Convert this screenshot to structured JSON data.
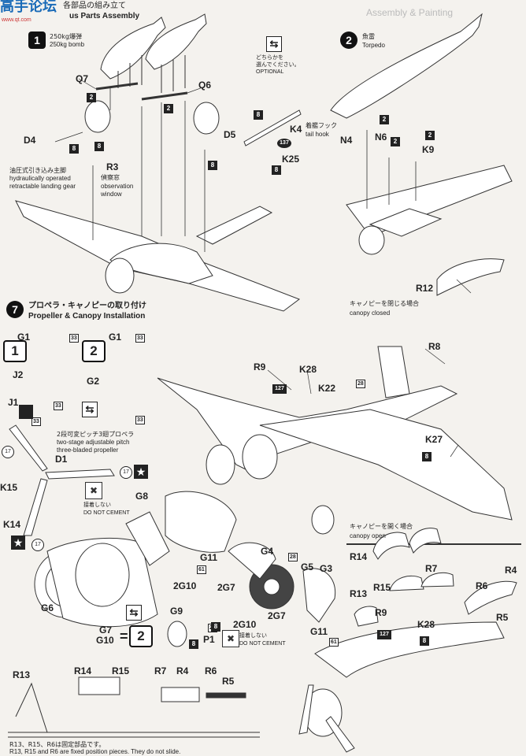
{
  "header": {
    "logo_text": "高手论坛",
    "logo_sub": "www.qt.com",
    "section_title_jp": "各部品の組み立て",
    "section_title_en": "us Parts Assembly",
    "top_right_ghost": "Assembly & Painting"
  },
  "option1": {
    "number": "1",
    "jp": "250kg爆弾",
    "en": "250kg bomb"
  },
  "option_note": {
    "jp_line1": "どちらかを",
    "jp_line2": "選んでください。",
    "en": "OPTIONAL"
  },
  "option2": {
    "number": "2",
    "jp": "魚雷",
    "en": "Torpedo"
  },
  "top_labels": {
    "q7": "Q7",
    "q6": "Q6",
    "d4": "D4",
    "d5": "D5",
    "r3": "R3",
    "k4": "K4",
    "k25": "K25",
    "n4": "N4",
    "n6": "N6",
    "k9": "K9"
  },
  "top_codes": {
    "q7_code": "2",
    "q6_code": "2",
    "d4_code": "8",
    "d5_code": "8",
    "gear_code": "8",
    "k4_code": "8",
    "k4_num": "137",
    "k25_code": "8",
    "n4_code": "2",
    "n6_code": "2",
    "k9_code": "2"
  },
  "landing_gear": {
    "jp": "油圧式引き込み主脚",
    "en1": "hydraulically operated",
    "en2": "retractable landing gear"
  },
  "window": {
    "jp": "偵察窓",
    "en1": "observation",
    "en2": "window"
  },
  "tailhook": {
    "jp": "着艦フック",
    "en": "tail hook"
  },
  "step7": {
    "number": "7",
    "jp": "プロペラ・キャノピーの取り付け",
    "en": "Propeller & Canopy Installation"
  },
  "prop_options": {
    "opt1_number": "1",
    "opt2_number": "2",
    "g1a": "G1",
    "g1b": "G1",
    "j2": "J2",
    "j1": "J1",
    "g2": "G2",
    "n33a": "33",
    "n33b": "33",
    "n33c": "33",
    "n33d": "33",
    "n33e": "33"
  },
  "propeller": {
    "jp": "2段可変ピッチ3翅プロペラ",
    "en1": "two-stage adjustable pitch",
    "en2": "three-bladed propeller",
    "d1": "D1",
    "k15": "K15",
    "k14": "K14",
    "n17a": "17",
    "n17b": "17",
    "n17c": "17",
    "g8": "G8",
    "g6": "G6"
  },
  "no_cement1": {
    "jp": "接着しない",
    "en": "DO NOT CEMENT"
  },
  "engine": {
    "g11a": "G11",
    "g4": "G4",
    "g5": "G5",
    "g3": "G3",
    "g10a": "2G10",
    "g7a": "2G7",
    "g7b": "2G7",
    "g10b": "2G10",
    "g9": "G9",
    "p1": "P1",
    "g11b": "G11",
    "n61a": "61",
    "n61b": "61",
    "n28a": "28",
    "n28b": "28",
    "code_8a": "8",
    "code_8b": "8"
  },
  "equation": {
    "g7": "G7",
    "g10": "G10",
    "equals": "=",
    "number": "2"
  },
  "no_cement2": {
    "jp": "接着しない",
    "en": "DO NOT CEMENT"
  },
  "canopy_closed": {
    "r12": "R12",
    "jp": "キャノピーを閉じる場合",
    "en": "canopy closed"
  },
  "fuselage": {
    "r8": "R8",
    "r9": "R9",
    "k28": "K28",
    "k22": "K22",
    "n28": "28",
    "n127": "127",
    "k27": "K27",
    "k27_code": "8"
  },
  "canopy_open": {
    "jp": "キャノピーを開く場合",
    "en": "canopy open",
    "r14": "R14",
    "r7": "R7",
    "r13": "R13",
    "r15": "R15",
    "r6": "R6",
    "r4": "R4",
    "r5": "R5",
    "r9": "R9",
    "k28": "K28",
    "n127": "127",
    "code_8": "8"
  },
  "bottom_diagram": {
    "r13": "R13",
    "r14": "R14",
    "r15": "R15",
    "r7": "R7",
    "r4": "R4",
    "r6": "R6",
    "r5": "R5"
  },
  "footer": {
    "jp": "R13、R15、R6は固定部品です。",
    "en": "R13, R15 and R6 are fixed position pieces. They do not slide."
  }
}
